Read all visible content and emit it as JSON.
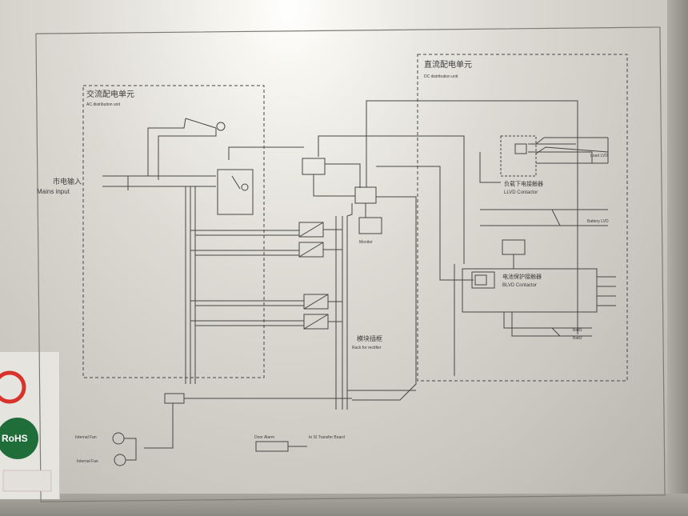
{
  "ac_unit": {
    "title_cn": "交流配电单元",
    "title_en": "AC distribution unit"
  },
  "dc_unit": {
    "title_cn": "直流配电单元",
    "title_en": "DC distribution unit"
  },
  "mains": {
    "label_cn": "市电输入",
    "label_en": "Mains input"
  },
  "llvd": {
    "label_cn": "负载下电接触器",
    "label_en": "LLVD Contactor"
  },
  "blvd": {
    "label_cn": "电池保护接触器",
    "label_en": "BLVD Contactor"
  },
  "load_lvd": {
    "label": "Load LVD"
  },
  "battery_lvd": {
    "label": "Battery LVD"
  },
  "rack": {
    "label_cn": "模块插框",
    "label_en": "Rack for rectifier"
  },
  "monitor": {
    "label": "Monitor"
  },
  "door": {
    "label": "Door Alarm"
  },
  "transfer": {
    "label": "to SI Transfer Board"
  },
  "fans": {
    "fan1": "Internal Fan",
    "fan2": "Internal Fan"
  },
  "battery_outputs": [
    "Batt1",
    "Batt2"
  ],
  "logos": {
    "rohs": "RoHS"
  },
  "colors": {
    "ink": "#3c3c3c",
    "panel": "#dcdad3",
    "sticker_red": "#d8322a",
    "sticker_green": "#1f6e3a"
  }
}
